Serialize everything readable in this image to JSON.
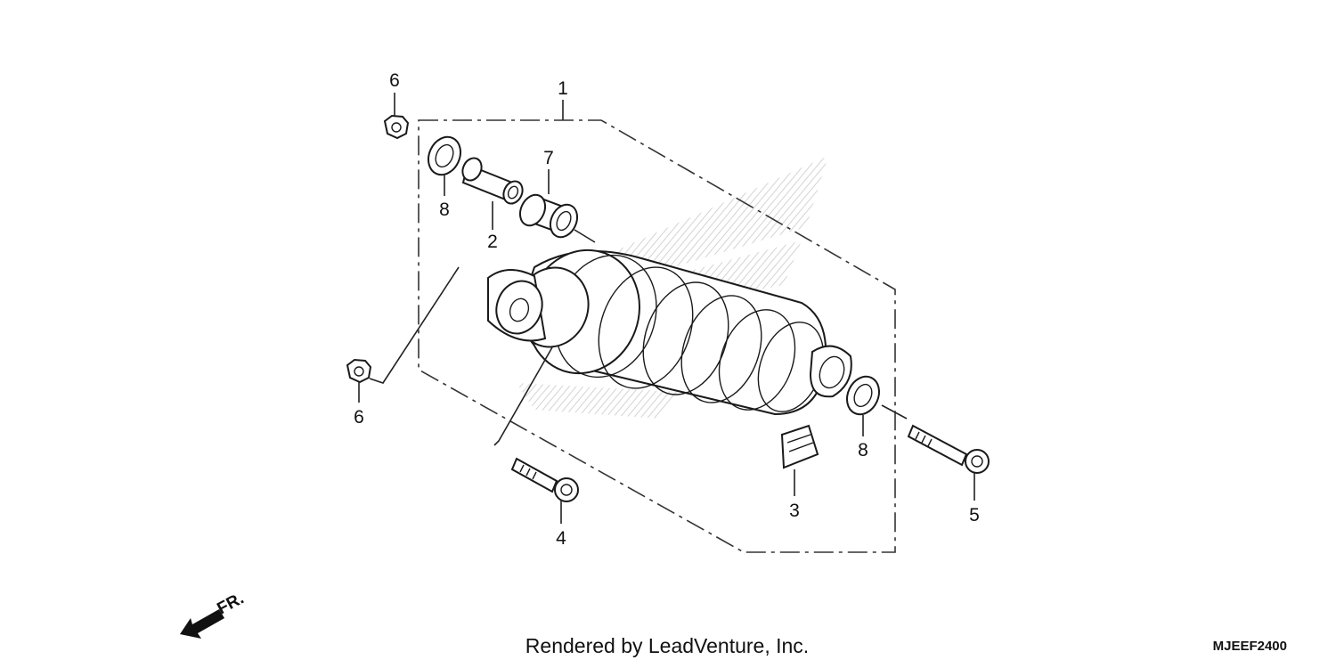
{
  "diagram": {
    "callouts": [
      {
        "id": "label-1",
        "text": "1"
      },
      {
        "id": "label-2",
        "text": "2"
      },
      {
        "id": "label-3",
        "text": "3"
      },
      {
        "id": "label-4",
        "text": "4"
      },
      {
        "id": "label-5",
        "text": "5"
      },
      {
        "id": "label-6a",
        "text": "6"
      },
      {
        "id": "label-6b",
        "text": "6"
      },
      {
        "id": "label-7",
        "text": "7"
      },
      {
        "id": "label-8a",
        "text": "8"
      },
      {
        "id": "label-8b",
        "text": "8"
      }
    ],
    "direction_label": "FR.",
    "credit": "Rendered by LeadVenture, Inc.",
    "diagram_code": "MJEEF2400"
  },
  "colors": {
    "line": "#222222",
    "watermark": "#d8d8d8",
    "background": "#ffffff"
  }
}
